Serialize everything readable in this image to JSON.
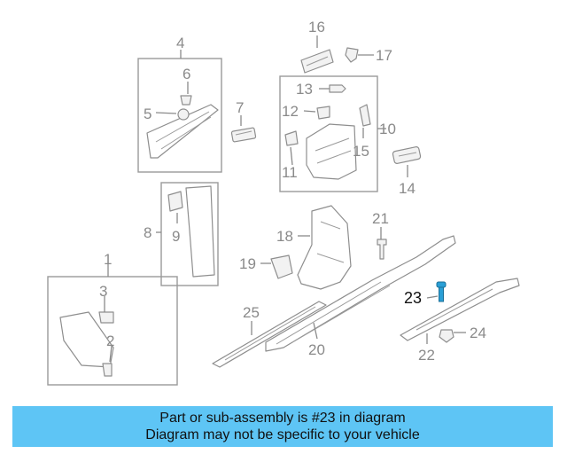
{
  "callouts": {
    "c1": "1",
    "c2": "2",
    "c3": "3",
    "c4": "4",
    "c5": "5",
    "c6": "6",
    "c7": "7",
    "c8": "8",
    "c9": "9",
    "c10": "10",
    "c11": "11",
    "c12": "12",
    "c13": "13",
    "c14": "14",
    "c15": "15",
    "c16": "16",
    "c17": "17",
    "c18": "18",
    "c19": "19",
    "c20": "20",
    "c21": "21",
    "c22": "22",
    "c23": "23",
    "c24": "24",
    "c25": "25"
  },
  "highlight": {
    "part_number": "23",
    "color": "#2a9fd6"
  },
  "banner": {
    "line1": "Part or sub-assembly is #23 in diagram",
    "line2": "Diagram may not be specific to your vehicle",
    "background": "#5ec5f5"
  }
}
